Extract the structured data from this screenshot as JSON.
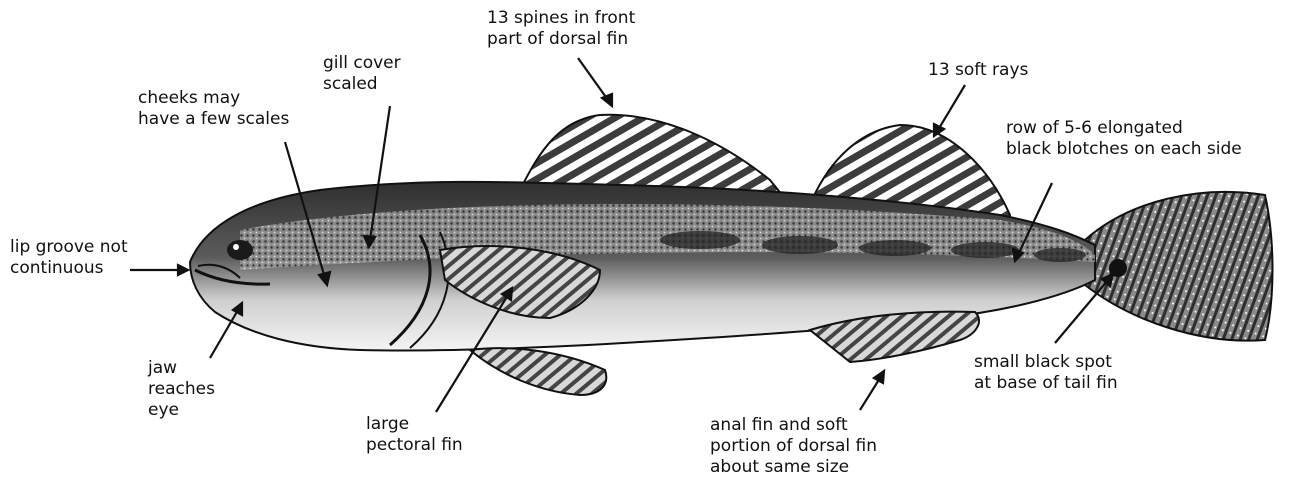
{
  "labels": {
    "spines": [
      "13 spines in front",
      "part of dorsal fin"
    ],
    "gill": [
      "gill cover",
      "scaled"
    ],
    "cheeks": [
      "cheeks may",
      "have a few scales"
    ],
    "softrays": [
      "13 soft rays"
    ],
    "row": [
      "row of 5-6 elongated",
      "black blotches on each side"
    ],
    "lip": [
      "lip groove not",
      "continuous"
    ],
    "jaw": [
      "jaw",
      "reaches",
      "eye"
    ],
    "pectoral": [
      "large",
      "pectoral fin"
    ],
    "anal": [
      "anal fin and soft",
      "portion of dorsal fin",
      "about same size"
    ],
    "spot": [
      "small black spot",
      "at base of tail fin"
    ]
  },
  "colors": {
    "ink": "#111111",
    "body_dark": "#3a3a3a",
    "body_mid": "#777777",
    "belly": "#f2f2f2"
  }
}
